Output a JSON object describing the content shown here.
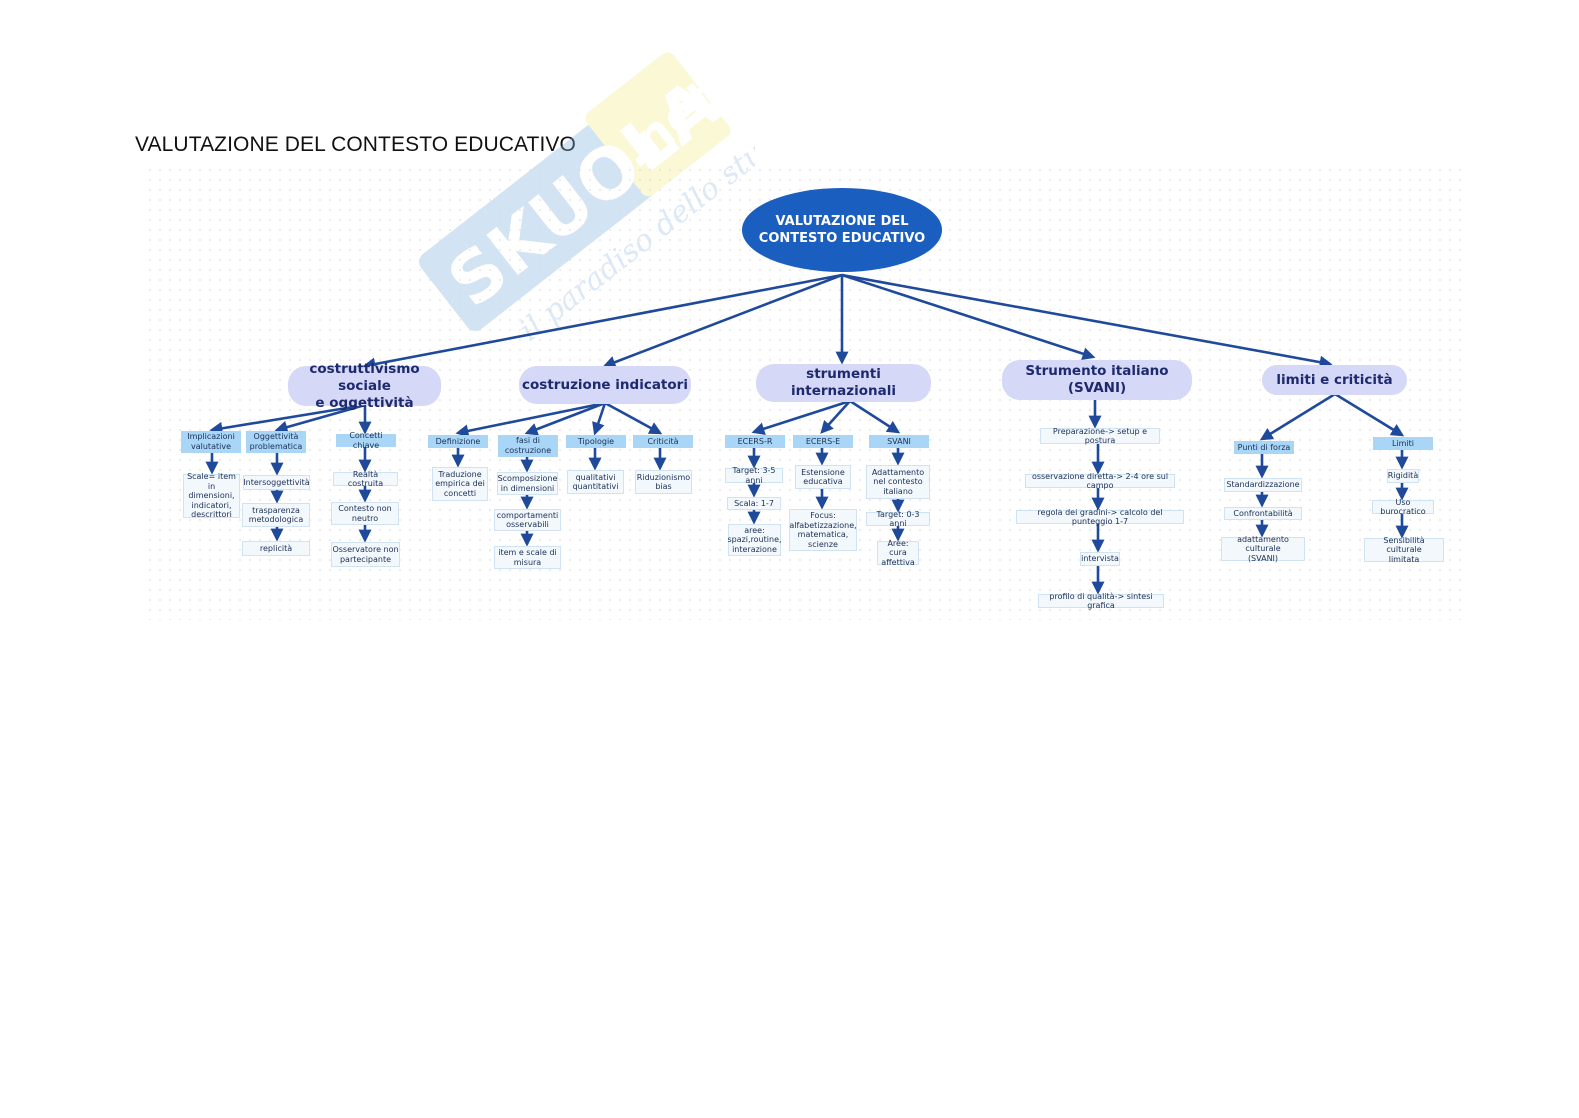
{
  "document": {
    "title": "VALUTAZIONE DEL CONTESTO EDUCATIVO"
  },
  "watermark": {
    "brand": "Skuola.net",
    "tagline": "il paradiso dello studente"
  },
  "colors": {
    "root": "#1a5fbf",
    "branch": "#d6d8f7",
    "sub": "#a9d6f7",
    "leaf": "#f3f8fd",
    "arrow": "#1f4a9c"
  },
  "map": {
    "root": "VALUTAZIONE DEL\nCONTESTO EDUCATIVO",
    "branches": [
      {
        "label": "costruttivismo sociale\ne oggettività",
        "children": [
          {
            "label": "Implicazioni\nvalutative",
            "items": [
              "Scale= item in\ndimensioni,\nindicatori,\ndescrittori"
            ]
          },
          {
            "label": "Oggettività\nproblematica",
            "items": [
              "Intersoggettività",
              "trasparenza\nmetodologica",
              "replicità"
            ]
          },
          {
            "label": "Concetti chiave",
            "items": [
              "Realtà costruita",
              "Contesto non\nneutro",
              "Osservatore non\npartecipante"
            ]
          }
        ]
      },
      {
        "label": "costruzione indicatori",
        "children": [
          {
            "label": "Definizione",
            "items": [
              "Traduzione\nempirica dei\nconcetti"
            ]
          },
          {
            "label": "fasi di\ncostruzione",
            "items": [
              "Scomposizione\nin dimensioni",
              "comportamenti\nosservabili",
              "item e scale di\nmisura"
            ]
          },
          {
            "label": "Tipologie",
            "items": [
              "qualitativi\nquantitativi"
            ]
          },
          {
            "label": "Criticità",
            "items": [
              "Riduzionismo\nbias"
            ]
          }
        ]
      },
      {
        "label": "strumenti internazionali",
        "children": [
          {
            "label": "ECERS-R",
            "items": [
              "Target: 3-5 anni",
              "Scala: 1-7",
              "aree:\nspazi,routine,\ninterazione"
            ]
          },
          {
            "label": "ECERS-E",
            "items": [
              "Estensione\neducativa",
              "Focus:\nalfabetizzazione,\nmatematica,\nscienze"
            ]
          },
          {
            "label": "SVANI",
            "items": [
              "Adattamento\nnel contesto\nitaliano",
              "Target: 0-3 anni",
              "Aree: cura\naffettiva"
            ]
          }
        ]
      },
      {
        "label": "Strumento italiano (SVANI)",
        "children": [
          {
            "label": "",
            "items": [
              "Preparazione-> setup e postura",
              "osservazione diretta-> 2-4 ore sul campo",
              "regola dei gradini-> calcolo del punteggio 1-7",
              "intervista",
              "profilo di qualità-> sintesi grafica"
            ]
          }
        ]
      },
      {
        "label": "limiti e criticità",
        "children": [
          {
            "label": "Punti di forza",
            "items": [
              "Standardizzazione",
              "Confrontabilità",
              "adattamento culturale\n(SVANI)"
            ]
          },
          {
            "label": "Limiti",
            "items": [
              "Rigidità",
              "Uso burocratico",
              "Sensibilità culturale\nlimitata"
            ]
          }
        ]
      }
    ]
  }
}
